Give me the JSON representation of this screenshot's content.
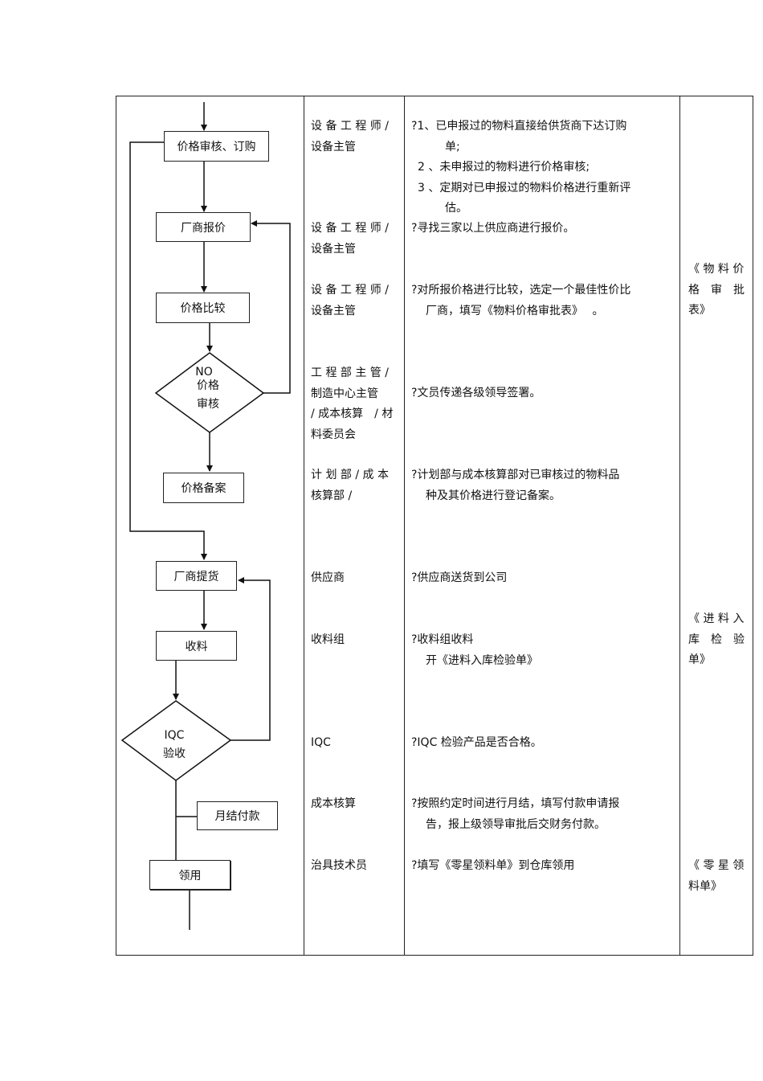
{
  "flowchart": {
    "step_price_review_order": "价格审核、订购",
    "step_vendor_quote": "厂商报价",
    "step_price_compare": "价格比较",
    "decision_no": "NO",
    "decision_price_line1": "价格",
    "decision_price_line2": "审核",
    "step_price_record": "价格备案",
    "step_vendor_delivery": "厂商提货",
    "step_receiving": "收料",
    "decision_iqc_line1": "IQC",
    "decision_iqc_line2": "验收",
    "step_monthly_payment": "月结付款",
    "step_requisition": "领用"
  },
  "roles": {
    "r1_line1": "设 备 工 程 师 /",
    "r1_line2": "设备主管",
    "r2_line1": "设 备 工 程 师 /",
    "r2_line2": "设备主管",
    "r3_line1": "设 备 工 程 师 /",
    "r3_line2": "设备主管",
    "r4_line1": "工 程 部 主 管 /",
    "r4_line2": "制造中心主管",
    "r4_line3": "/ 成本核算　/ 材",
    "r4_line4": "料委员会",
    "r5_line1": "计 划 部 / 成 本",
    "r5_line2": "核算部 /",
    "r6": "供应商",
    "r7": "收料组",
    "r8": "IQC",
    "r9": "成本核算",
    "r10": "治具技术员"
  },
  "descriptions": {
    "d1_line1": "?1、已申报过的物料直接给供货商下达订购",
    "d1_line2": "单;",
    "d1_line3": "2 、未申报过的物料进行价格审核;",
    "d1_line4": "3 、定期对已申报过的物料价格进行重新评",
    "d1_line5": "估。",
    "d2": "?寻找三家以上供应商进行报价。",
    "d3_line1": "?对所报价格进行比较，选定一个最佳性价比",
    "d3_line2": "厂商，填写《物料价格审批表》　 。",
    "d4": "?文员传递各级领导签署。",
    "d5_line1": "?计划部与成本核算部对已审核过的物料品",
    "d5_line2": "种及其价格进行登记备案。",
    "d6": "?供应商送货到公司",
    "d7_line1": "?收料组收料",
    "d7_line2": "开《进料入库检验单》",
    "d8": "?IQC 检验产品是否合格。",
    "d9_line1": "?按照约定时间进行月结，填写付款申请报",
    "d9_line2": "告，报上级领导审批后交财务付款。",
    "d10": "?填写《零星领料单》到仓库领用"
  },
  "forms": {
    "f1_line1": "《 物 料 价",
    "f1_line2": "格　审　批",
    "f1_line3": "表》",
    "f2_line1": "《 进 料 入",
    "f2_line2": "库　检　验",
    "f2_line3": "单》",
    "f3_line1": "《 零 星 领",
    "f3_line2": "料单》"
  }
}
